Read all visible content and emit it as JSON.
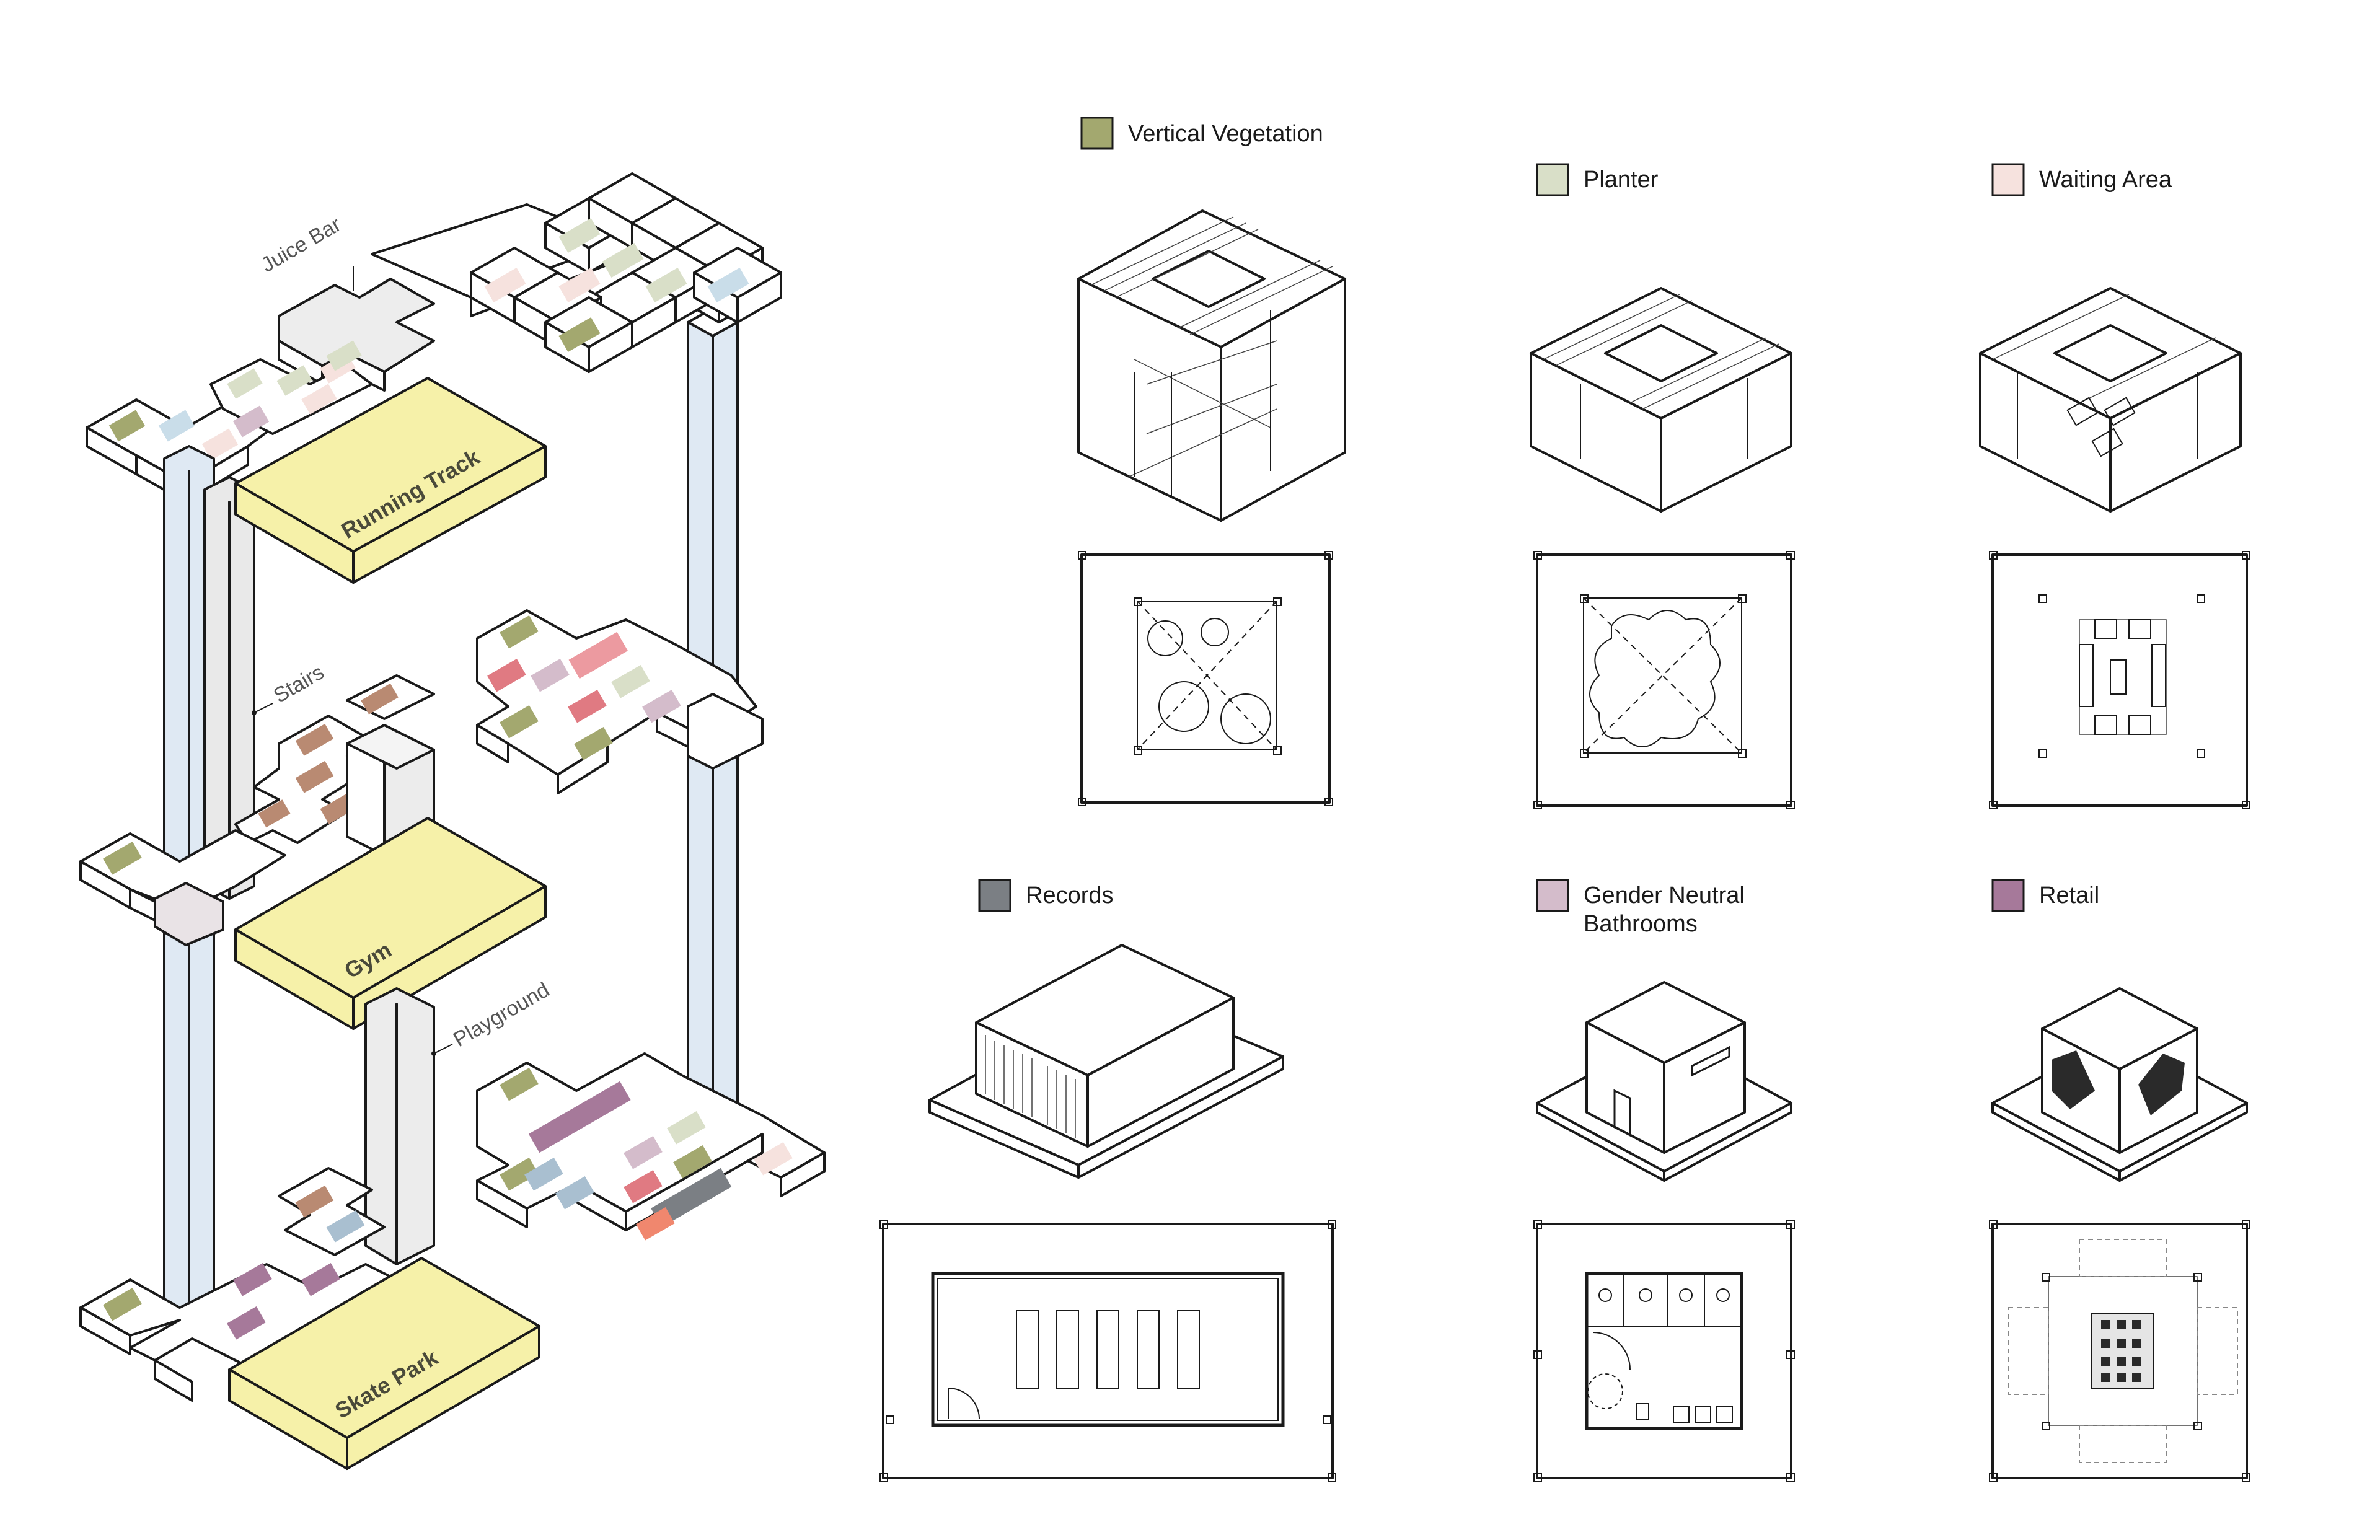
{
  "colors": {
    "vertical_vegetation": "#a3a86f",
    "planter": "#d9dfc8",
    "waiting_area": "#f6e2de",
    "records": "#7b7f84",
    "gender_neutral_bathrooms": "#d4bccb",
    "retail": "#a6799a",
    "program_slab": "#f6f1a9",
    "column": "#dfe9f3",
    "light_blue_cell": "#c9dde9",
    "brown_cell": "#b98a72",
    "red_cell": "#e07a82",
    "pink_cell": "#ec9aa0",
    "orange_cell": "#f0876e"
  },
  "axonometric": {
    "labels": {
      "running_track": "Running Track",
      "gym": "Gym",
      "skate_park": "Skate Park"
    },
    "callouts": {
      "juice_bar": "Juice Bar",
      "stairs": "Stairs",
      "playground": "Playground"
    }
  },
  "legend": [
    {
      "id": "vertical-vegetation",
      "label": "Vertical Vegetation",
      "color": "#a3a86f"
    },
    {
      "id": "planter",
      "label": "Planter",
      "color": "#d9dfc8"
    },
    {
      "id": "waiting-area",
      "label": "Waiting Area",
      "color": "#f6e2de"
    },
    {
      "id": "records",
      "label": "Records",
      "color": "#7b7f84"
    },
    {
      "id": "gender-neutral-bathrooms",
      "label_line1": "Gender Neutral",
      "label_line2": "Bathrooms",
      "color": "#d4bccb"
    },
    {
      "id": "retail",
      "label": "Retail",
      "color": "#a6799a"
    }
  ]
}
